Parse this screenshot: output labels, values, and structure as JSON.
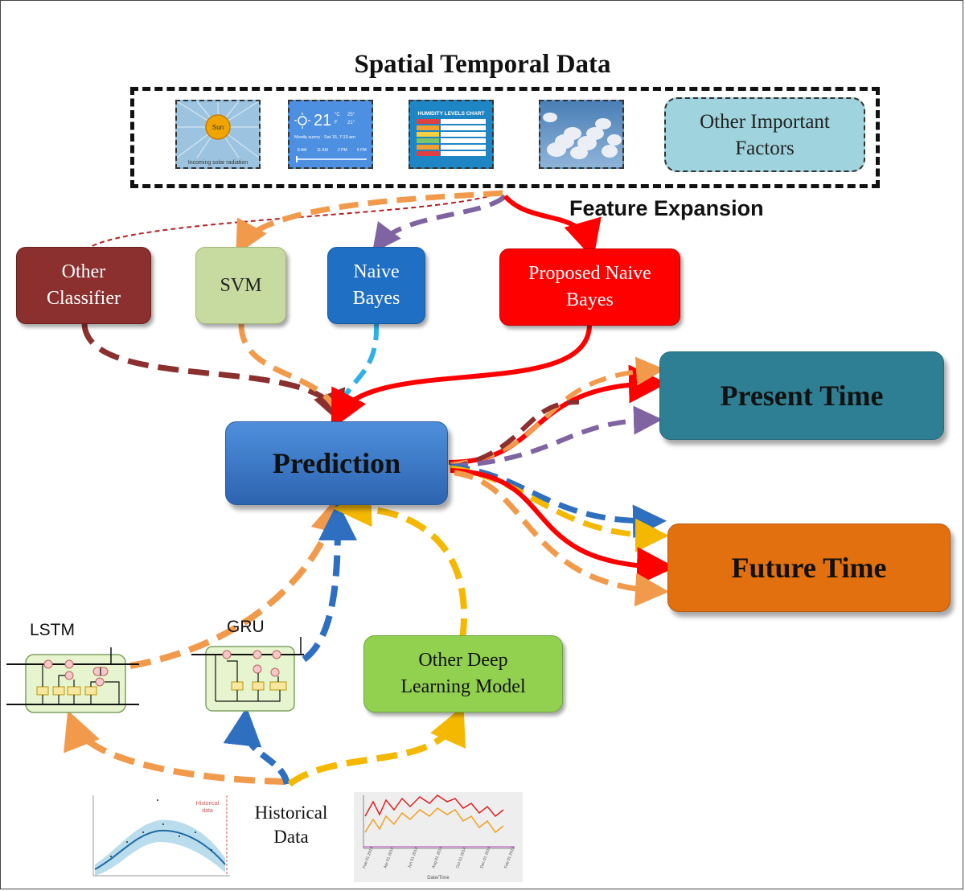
{
  "title": "Spatial Temporal Data",
  "feature_expansion": "Feature Expansion",
  "inputs": {
    "sun_label": "Sun",
    "sun_caption": "Incoming solar radiation",
    "weather_temp": "21",
    "weather_unit_c": "°C",
    "weather_unit_f": "F",
    "weather_hi": "25°",
    "weather_lo": "21°",
    "weather_desc": "Mostly sunny · Sat 15, 7:19 am",
    "weather_times": [
      "8 AM",
      "11 AM",
      "2 PM",
      "5 PM"
    ],
    "humidity_title": "HUMIDITY LEVELS CHART",
    "other_factors": "Other  Important\nFactors"
  },
  "classifiers": {
    "other": "Other\nClassifier",
    "svm": "SVM",
    "naive_bayes": "Naive\nBayes",
    "proposed": "Proposed Naive\nBayes"
  },
  "prediction": "Prediction",
  "present_time": "Present Time",
  "future_time": "Future Time",
  "deep_models": {
    "lstm": "LSTM",
    "gru": "GRU",
    "other_deep": "Other Deep\nLearning Model"
  },
  "historical_data": "Historical\nData",
  "colors": {
    "other_classifier": "#8b2f2f",
    "svm": "#c7dba0",
    "naive_bayes": "#1f6fc4",
    "proposed": "#ff0000",
    "prediction": "#3a78c8",
    "present_time": "#2e7f94",
    "future_time": "#e2700f",
    "other_deep": "#92d050",
    "orange_arrow": "#f29a4c",
    "purple_arrow": "#8064a2",
    "yellow_arrow": "#f5b800",
    "blue_arrow": "#2f6fc0",
    "cyan_arrow": "#2fb0e6"
  }
}
